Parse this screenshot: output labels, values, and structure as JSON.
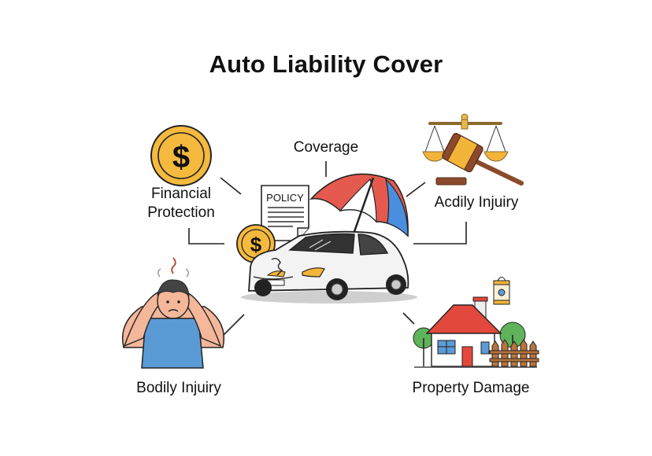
{
  "title": "Auto Liability Cover",
  "nodes": {
    "center": {
      "label": "Coverage",
      "icons": [
        "policy-document",
        "coin",
        "umbrella",
        "damaged-car"
      ],
      "document_text": "POLICY"
    },
    "top_left": {
      "label_line1": "Financial",
      "label_line2": "Protection",
      "icon": "dollar-coin"
    },
    "top_right": {
      "label": "Acdily Injuiry",
      "icon": "scales-and-gavel"
    },
    "bottom_left": {
      "label": "Bodily Injuiry",
      "icon": "stressed-person"
    },
    "bottom_right": {
      "label": "Property Damage",
      "icon": "house-with-fence"
    }
  },
  "colors": {
    "coin": "#f5b93e",
    "umbrella_red": "#e55a4e",
    "umbrella_blue": "#4a8ee0",
    "shirt_blue": "#5b9bd5",
    "roof_red": "#e2483b",
    "gavel_brown": "#8b4a2b",
    "tree_green": "#5fb35a"
  }
}
